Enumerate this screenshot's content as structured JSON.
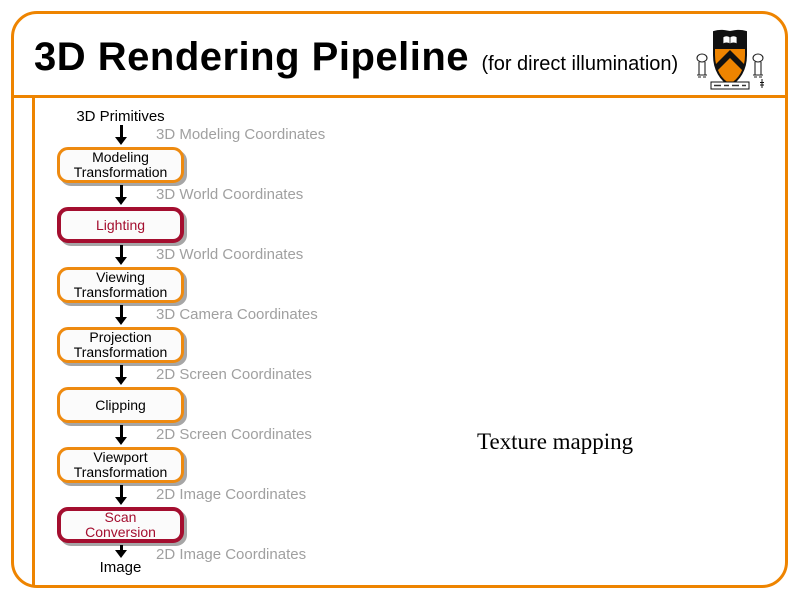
{
  "slide": {
    "title": "3D Rendering Pipeline",
    "subtitle": "(for direct illumination)",
    "annotation": "Texture mapping",
    "logo": "princeton-university-shield"
  },
  "colors": {
    "accent_orange": "#EE8400",
    "box_orange": "#EE8A10",
    "accent_crimson": "#A40E2F",
    "muted_gray": "#A0A0A0"
  },
  "pipeline": {
    "source": "3D Primitives",
    "sink": "Image",
    "steps": [
      {
        "coords": "3D Modeling Coordinates",
        "stage": "Modeling\nTransformation",
        "style": "orange"
      },
      {
        "coords": "3D World Coordinates",
        "stage": "Lighting",
        "style": "crimson"
      },
      {
        "coords": "3D World Coordinates",
        "stage": "Viewing\nTransformation",
        "style": "orange"
      },
      {
        "coords": "3D Camera Coordinates",
        "stage": "Projection\nTransformation",
        "style": "orange"
      },
      {
        "coords": "2D Screen Coordinates",
        "stage": "Clipping",
        "style": "orange"
      },
      {
        "coords": "2D Screen Coordinates",
        "stage": "Viewport\nTransformation",
        "style": "orange"
      },
      {
        "coords": "2D Image Coordinates",
        "stage": "Scan\nConversion",
        "style": "crimson"
      },
      {
        "coords": "2D Image Coordinates",
        "stage": null,
        "style": null
      }
    ]
  }
}
